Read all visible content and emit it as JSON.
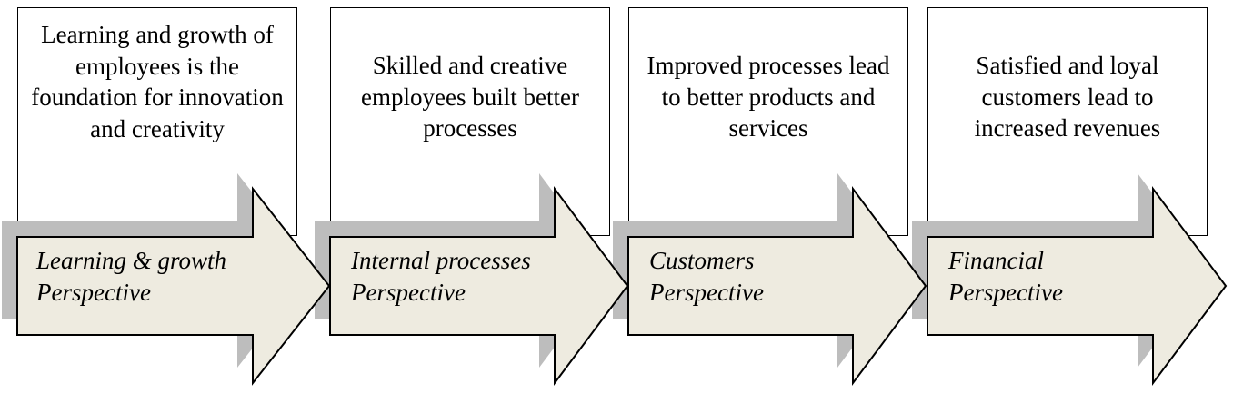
{
  "colors": {
    "arrow_fill": "#EEEBE0",
    "arrow_stroke": "#000000",
    "shadow": "#BDBDBD",
    "box_border": "#000000",
    "text": "#000000"
  },
  "stages": [
    {
      "description": "Learning and growth of employees is the foundation for innovation and creativity",
      "label_line1": "Learning & growth",
      "label_line2": "Perspective"
    },
    {
      "description": "Skilled and creative employees built better processes",
      "label_line1": "Internal processes",
      "label_line2": "Perspective"
    },
    {
      "description": "Improved processes lead to better products and services",
      "label_line1": "Customers",
      "label_line2": "Perspective"
    },
    {
      "description": "Satisfied and loyal customers lead to increased revenues",
      "label_line1": "Financial",
      "label_line2": "Perspective"
    }
  ]
}
